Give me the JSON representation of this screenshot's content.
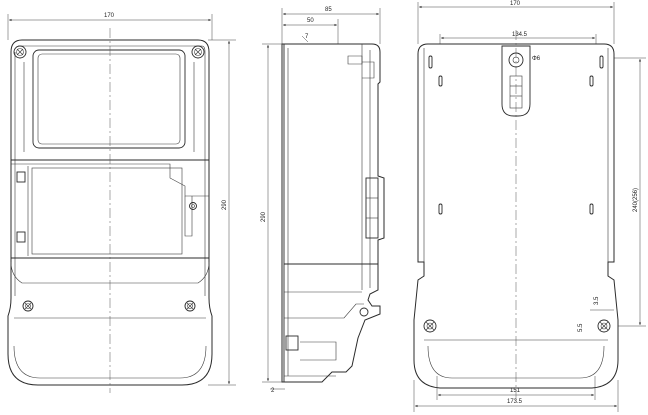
{
  "front_view": {
    "width_label": "170",
    "height_label": "290"
  },
  "side_view": {
    "depth_label": "85",
    "inner_depth_label": "50",
    "height_label": "290",
    "bottom_offset_label": "2",
    "top_mark_label": "7"
  },
  "rear_view": {
    "width_label": "170",
    "hole_spacing_label": "134.5",
    "hook_diameter_label": "Φ6",
    "mount_height_label": "240(256)",
    "screw_offset_label_a": "3.5",
    "screw_offset_label_b": "5.5",
    "bottom_inner_label": "151",
    "bottom_outer_label": "173.5"
  }
}
